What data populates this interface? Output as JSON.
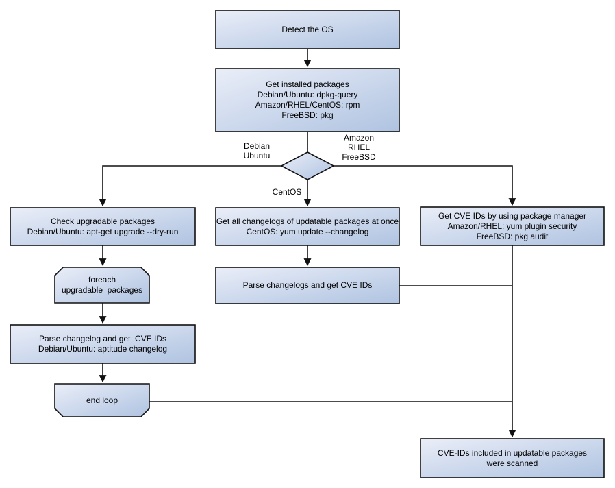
{
  "nodes": {
    "detect_os": {
      "text": "Detect the OS"
    },
    "get_installed_packages": {
      "text": "Get installed packages\nDebian/Ubuntu: dpkg-query\nAmazon/RHEL/CentOS: rpm\nFreeBSD: pkg"
    },
    "check_upgradable": {
      "text": "Check upgradable packages\nDebian/Ubuntu: apt-get upgrade --dry-run"
    },
    "foreach_loop": {
      "text": "foreach\nupgradable  packages"
    },
    "parse_changelog_debian": {
      "text": "Parse changelog and get  CVE IDs\nDebian/Ubuntu: aptitude changelog"
    },
    "end_loop": {
      "text": "end loop"
    },
    "get_all_changelogs": {
      "text": "Get all changelogs of updatable packages at once\nCentOS: yum update --changelog"
    },
    "parse_changelogs_centos": {
      "text": "Parse changelogs and get CVE IDs"
    },
    "get_cve_by_pkg_manager": {
      "text": "Get CVE IDs by using package manager\nAmazon/RHEL: yum plugin security\nFreeBSD: pkg audit"
    },
    "scan_result": {
      "text": "CVE-IDs included in updatable packages\nwere scanned"
    }
  },
  "edge_labels": {
    "debian_ubuntu": "Debian\nUbuntu",
    "amazon_rhel_freebsd": "Amazon\nRHEL\nFreeBSD",
    "centos": "CentOS"
  },
  "colors": {
    "node_fill_light": "#eaeef8",
    "node_fill_dark": "#afc3e1",
    "node_border": "#111111",
    "connector": "#111111",
    "background": "#ffffff",
    "text": "#000000"
  }
}
